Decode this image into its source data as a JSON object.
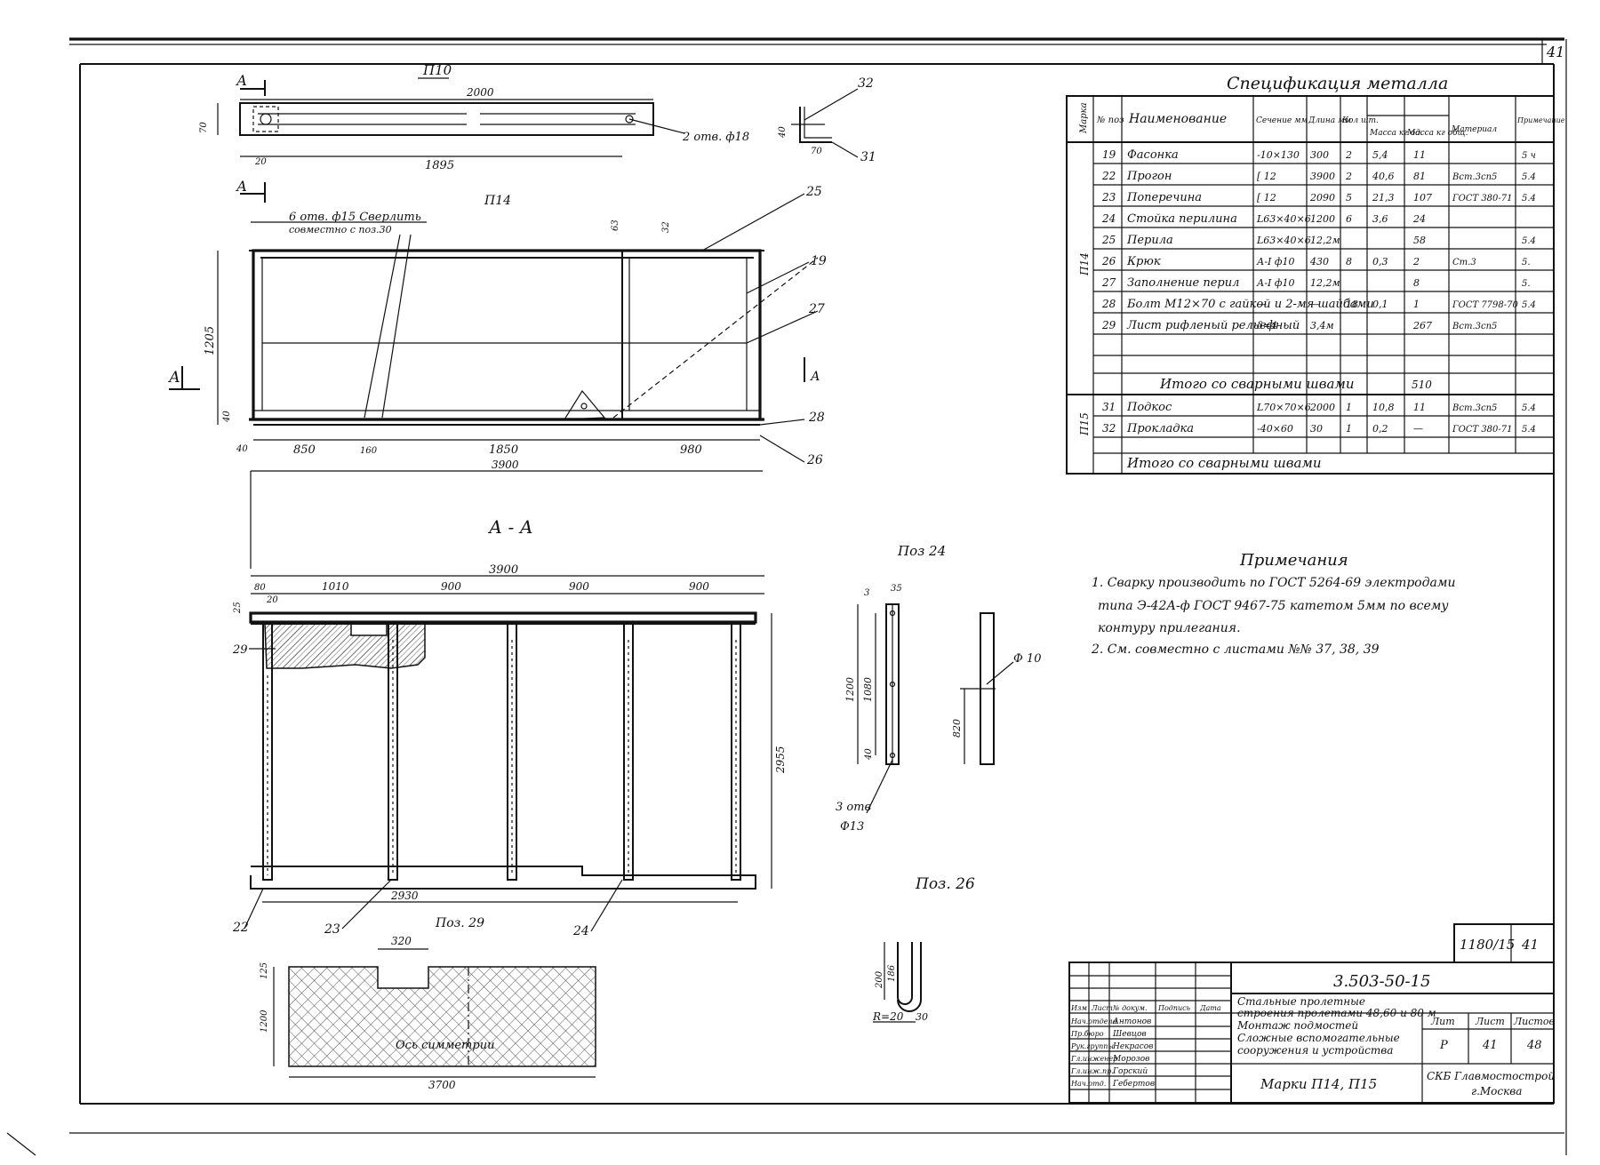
{
  "sheet": {
    "page_number": "41",
    "stamp_code": "1180/15",
    "stamp_sheet": "41"
  },
  "plan": {
    "p10_label": "П10",
    "p10_length": "2000",
    "p10_holes": "2 отв. ф18",
    "p10_width": "70",
    "p10_edge": "20",
    "p10_hole_len": "1895",
    "angle_32": "32",
    "angle_31": "31",
    "angle_40": "40",
    "angle_70": "70",
    "section_mark": "А",
    "p14_label": "П14",
    "drill_note_1": "6 отв. ф15 Сверлить",
    "drill_note_2": "совместно с поз.30",
    "dim_h": "1205",
    "dim_40a": "40",
    "dim_40b": "40",
    "dim_850": "850",
    "dim_160": "160",
    "dim_1850": "1850",
    "dim_980": "980",
    "dim_3900": "3900",
    "dim_63": "63",
    "dim_32": "32",
    "callouts": [
      "25",
      "19",
      "27",
      "28",
      "26"
    ]
  },
  "section": {
    "title": "А - А",
    "dim_total": "3900",
    "dim_80": "80",
    "dim_1010": "1010",
    "dim_900a": "900",
    "dim_900b": "900",
    "dim_900c": "900",
    "dim_20": "20",
    "dim_25": "25",
    "dim_2955": "2955",
    "dim_2930": "2930",
    "pos29_label": "29",
    "callout_22": "22",
    "callout_23": "23",
    "callout_24": "24"
  },
  "pos24": {
    "label": "Поз 24",
    "dim_1200": "1200",
    "dim_1080": "1080",
    "dim_40": "40",
    "dim_35": "35",
    "dim_3": "3",
    "holes": "3 отв",
    "hole_d": "Ф13"
  },
  "rod": {
    "dim_820": "820",
    "dia": "Ф 10"
  },
  "pos26": {
    "label": "Поз. 26",
    "dim_200": "200",
    "dim_186": "186",
    "dim_r": "R=20",
    "dim_30": "30"
  },
  "pos29": {
    "label": "Поз. 29",
    "dim_320": "320",
    "dim_125": "125",
    "dim_1200": "1200",
    "dim_3700": "3700",
    "axis_label": "Ось симметрии"
  },
  "spec": {
    "title": "Спецификация металла",
    "headers": [
      "Марка",
      "№ поз",
      "Наименование",
      "Сечение мм",
      "Длина мм",
      "Кол шт.",
      "Масса кг од.",
      "Масса кг общ.",
      "Материал",
      "Примечание"
    ],
    "group_p14": "П14",
    "group_p15": "П15",
    "rows": [
      {
        "pos": "19",
        "name": "Фасонка",
        "sect": "-10×130",
        "len": "300",
        "qty": "2",
        "m1": "5,4",
        "m2": "11",
        "mat": "",
        "note": "5 ч"
      },
      {
        "pos": "22",
        "name": "Прогон",
        "sect": "[ 12",
        "len": "3900",
        "qty": "2",
        "m1": "40,6",
        "m2": "81",
        "mat": "Вст.3сп5",
        "note": "5.4"
      },
      {
        "pos": "23",
        "name": "Поперечина",
        "sect": "[ 12",
        "len": "2090",
        "qty": "5",
        "m1": "21,3",
        "m2": "107",
        "mat": "ГОСТ 380-71",
        "note": "5.4"
      },
      {
        "pos": "24",
        "name": "Стойка перилина",
        "sect": "L63×40×6",
        "len": "1200",
        "qty": "6",
        "m1": "3,6",
        "m2": "24",
        "mat": "",
        "note": ""
      },
      {
        "pos": "25",
        "name": "Перила",
        "sect": "L63×40×6",
        "len": "12,2м",
        "qty": "",
        "m1": "",
        "m2": "58",
        "mat": "",
        "note": "5.4"
      },
      {
        "pos": "26",
        "name": "Крюк",
        "sect": "А-I ф10",
        "len": "430",
        "qty": "8",
        "m1": "0,3",
        "m2": "2",
        "mat": "Ст.3",
        "note": "5."
      },
      {
        "pos": "27",
        "name": "Заполнение перил",
        "sect": "А-I ф10",
        "len": "12,2м",
        "qty": "",
        "m1": "",
        "m2": "8",
        "mat": "",
        "note": "5."
      },
      {
        "pos": "28",
        "name": "Болт М12×70 с гайкой и 2-мя шайбами",
        "sect": "—",
        "len": "—",
        "qty": "18",
        "m1": "0,1",
        "m2": "1",
        "mat": "ГОСТ 7798-70",
        "note": "5.4"
      },
      {
        "pos": "29",
        "name": "Лист рифленый рельефный",
        "sect": "δ=4",
        "len": "3,4м",
        "qty": "",
        "m1": "",
        "m2": "267",
        "mat": "Вст.3сп5",
        "note": ""
      }
    ],
    "total_p14": "Итого со сварными швами",
    "total_p14_value": "510",
    "rows2": [
      {
        "pos": "31",
        "name": "Подкос",
        "sect": "L70×70×6",
        "len": "2000",
        "qty": "1",
        "m1": "10,8",
        "m2": "11",
        "mat": "Вст.3сп5",
        "note": "5.4"
      },
      {
        "pos": "32",
        "name": "Прокладка",
        "sect": "-40×60",
        "len": "30",
        "qty": "1",
        "m1": "0,2",
        "m2": "—",
        "mat": "ГОСТ 380-71",
        "note": "5.4"
      }
    ],
    "total_p15": "Итого со сварными швами"
  },
  "notes": {
    "title": "Примечания",
    "line1": "1. Сварку производить по ГОСТ 5264-69 электродами",
    "line2": "типа Э-42А-ф ГОСТ 9467-75 катетом 5мм по всему",
    "line3": "контуру прилегания.",
    "line4": "2. См. совместно с листами №№ 37, 38, 39"
  },
  "title_block": {
    "code": "3.503-50-15",
    "desc1": "Стальные пролетные",
    "desc2": "строения пролетами 48,60 и 80 м",
    "desc3": "Монтаж подмостей",
    "desc4": "Сложные вспомогательные",
    "desc5": "сооружения и устройства",
    "sheet_title": "Марки П14, П15",
    "stage_h": "Лит",
    "sheet_h": "Лист",
    "sheets_h": "Листов",
    "stage": "Р",
    "sheet": "41",
    "sheets": "48",
    "org1": "СКБ Главмостострой",
    "org2": "г.Москва",
    "row_heads": [
      "Изм",
      "Лист",
      "№ докум.",
      "Подпись",
      "Дата"
    ],
    "roles": [
      "Нач.отдела",
      "Пр.бюро",
      "Рук.группы",
      "Гл.инженер",
      "Гл.инж.пр.",
      "Нач.отд."
    ],
    "names": [
      "Антонов",
      "Шевцов",
      "Некрасов",
      "Морозов",
      "Горский",
      "Гебертов"
    ]
  }
}
